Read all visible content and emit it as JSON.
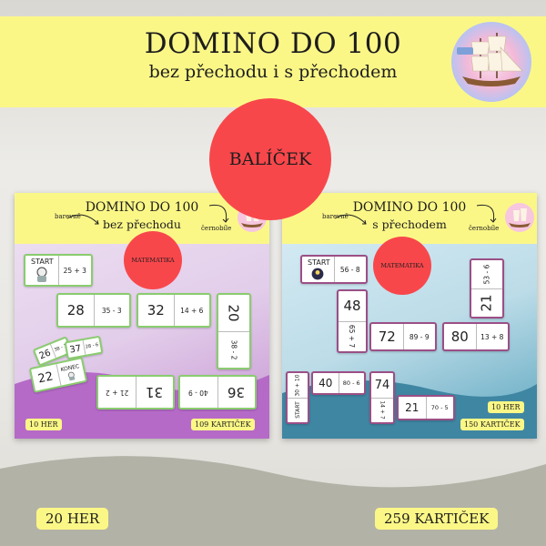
{
  "header": {
    "title": "DOMINO DO 100",
    "subtitle": "bez přechodu i s přechodem"
  },
  "package_label": "BALÍČEK",
  "left_product": {
    "title": "DOMINO DO 100",
    "subtitle": "bez přechodu",
    "note_color": "barevně",
    "note_bw": "černobíle",
    "circle_label": "MATEMATIKA",
    "start_tile": {
      "label": "START",
      "value": "25 + 3"
    },
    "tiles": [
      {
        "number": "28",
        "expr": "35 - 3"
      },
      {
        "number": "32",
        "expr": "14 + 6"
      },
      {
        "number": "20",
        "expr": "38 - 2"
      },
      {
        "number": "26",
        "expr": "38 - 1"
      },
      {
        "number": "37",
        "expr": "28 - 6"
      },
      {
        "number": "22",
        "expr": "KONEC"
      },
      {
        "number": "31",
        "expr": "21 + 2"
      },
      {
        "number": "36",
        "expr": "40 - 9"
      }
    ],
    "games_badge": "10 HER",
    "cards_badge": "109 KARTIČEK"
  },
  "right_product": {
    "title": "DOMINO DO 100",
    "subtitle": "s přechodem",
    "note_color": "barevně",
    "note_bw": "černobíle",
    "circle_label": "MATEMATIKA",
    "start_tile": {
      "label": "START",
      "value": "56 - 8"
    },
    "tiles": [
      {
        "number": "21",
        "expr": "53 - 6"
      },
      {
        "number": "48",
        "expr": "65 + 7"
      },
      {
        "number": "72",
        "expr": "89 - 9"
      },
      {
        "number": "80",
        "expr": "13 + 8"
      },
      {
        "number": "40",
        "expr": "80 - 6"
      },
      {
        "number": "74",
        "expr": "14 + 7"
      },
      {
        "number": "21",
        "expr": "70 - 5"
      },
      {
        "number": "START",
        "expr": "30 + 10"
      }
    ],
    "games_badge": "10 HER",
    "cards_badge": "150 KARTIČEK"
  },
  "footer": {
    "games_total": "20 HER",
    "cards_total": "259 KARTIČEK"
  },
  "colors": {
    "yellow": "#fbf787",
    "red": "#f8474b",
    "green_border": "#8acc6f",
    "purple": "#b56ac8",
    "blue": "#5ba5be"
  }
}
